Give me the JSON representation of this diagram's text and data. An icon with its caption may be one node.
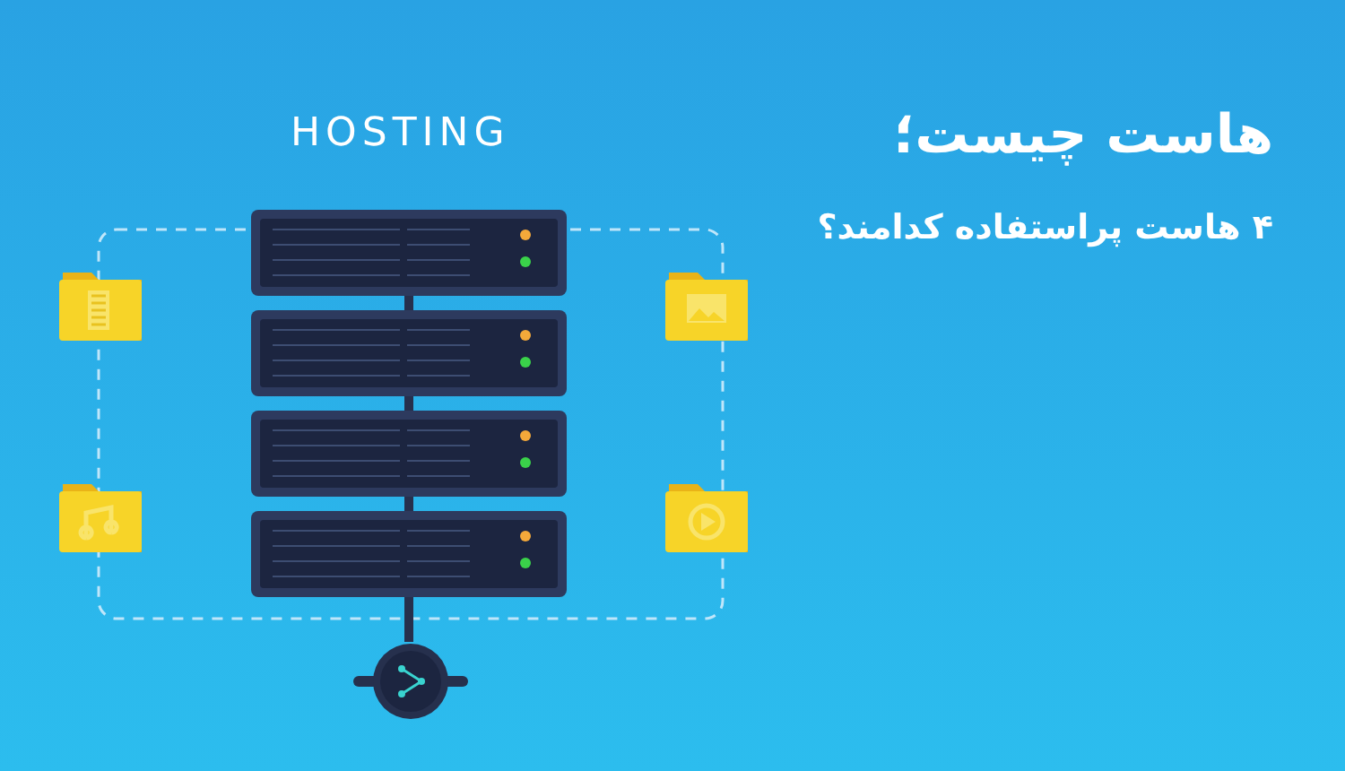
{
  "diagram": {
    "title": "هاست چیست؛",
    "nodes": [
      {
        "text": [],
        "shape": "picture"
      },
      {
        "text": [],
        "shape": "picture"
      },
      {
        "text": [],
        "shape": "picture"
      },
      {
        "text": [],
        "shape": "picture"
      },
      {
        "text": [],
        "shape": "circle"
      }
    ],
    "edges": [
      {
        "from": 0,
        "to": 1,
        "arrow": "none"
      },
      {
        "from": 1,
        "to": 2,
        "arrow": "none"
      },
      {
        "from": 2,
        "to": 3,
        "arrow": "none"
      },
      {
        "from": 3,
        "to": 4,
        "arrow": "none"
      }
    ],
    "labels": [
      "HOSTING",
      "۴ هاست پراستفاده کدامند؟"
    ]
  }
}
